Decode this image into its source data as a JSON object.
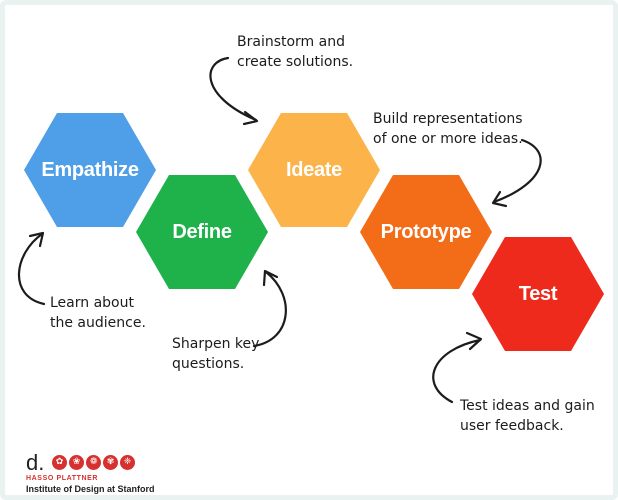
{
  "stages": [
    {
      "label": "Empathize",
      "color": "#4f9ee8"
    },
    {
      "label": "Define",
      "color": "#1fb14a"
    },
    {
      "label": "Ideate",
      "color": "#fbb34a"
    },
    {
      "label": "Prototype",
      "color": "#f36c17"
    },
    {
      "label": "Test",
      "color": "#ee2a1c"
    }
  ],
  "annotations": {
    "ideate": [
      "Brainstorm and",
      "create solutions."
    ],
    "prototype": [
      "Build representations",
      "of one or more ideas."
    ],
    "empathize": [
      "Learn about",
      "the audience."
    ],
    "define": [
      "Sharpen key",
      "questions."
    ],
    "test": [
      "Test ideas and gain",
      "user feedback."
    ]
  },
  "logo": {
    "mark": "d.",
    "icons": [
      "✿",
      "❀",
      "❁",
      "✾",
      "❈"
    ],
    "line1": "HASSO PLATTNER",
    "line2": "Institute of Design at Stanford",
    "color": "#d6312f"
  }
}
